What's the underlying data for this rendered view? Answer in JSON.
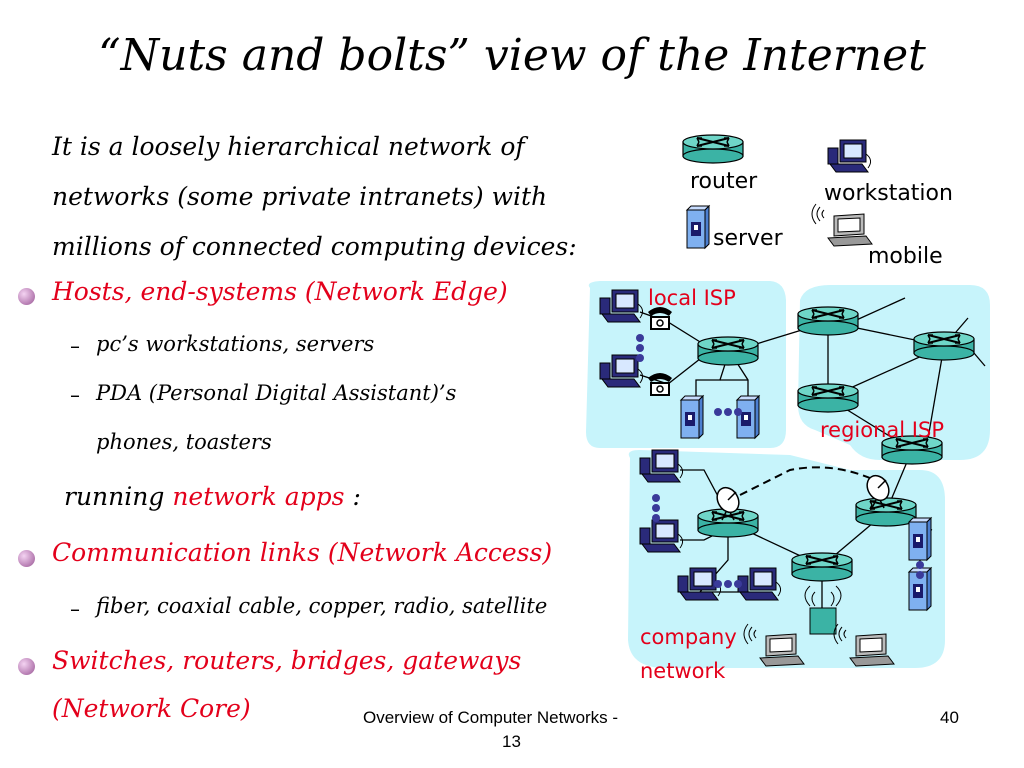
{
  "title": "“Nuts and bolts” view of the Internet",
  "intro": [
    "It is a  loosely hierarchical  network of",
    "networks (some private intranets) with",
    "millions of connected computing devices:"
  ],
  "bullets": {
    "edge": "Hosts, end-systems (Network Edge)",
    "edge_sub1": "pc’s workstations, servers",
    "edge_sub2a": "PDA (Personal Digital Assistant)’s",
    "edge_sub2b": "phones, toasters",
    "running": "running",
    "network_apps": "network apps",
    "colon": " :",
    "links": "Communication links (Network Access)",
    "links_sub": "fiber, coaxial cable, copper, radio, satellite",
    "core1": "Switches, routers, bridges, gateways",
    "core2": "(Network Core)"
  },
  "legend": {
    "router": "router",
    "workstation": "workstation",
    "server": "server",
    "mobile": "mobile"
  },
  "diagram": {
    "local_isp": "local ISP",
    "regional_isp": "regional ISP",
    "company_1": "company",
    "company_2": "network"
  },
  "footer": {
    "line1": "Overview of Computer Networks -",
    "line2": "13",
    "page": "40"
  },
  "colors": {
    "red": "#e3001b",
    "cloud": "#c7f4fb",
    "router": "#3bb3a5",
    "device": "#2a2a7a"
  }
}
